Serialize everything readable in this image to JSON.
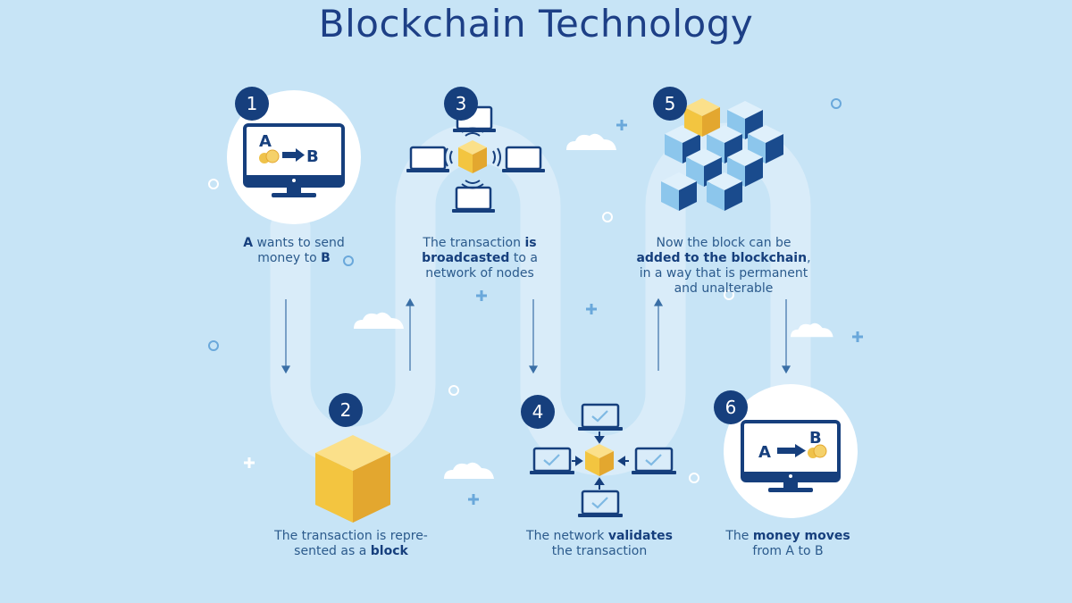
{
  "title": "Blockchain Technology",
  "steps": [
    {
      "number": "1",
      "caption": [
        {
          "b": "A"
        },
        {
          "t": " wants to send"
        },
        {
          "br": true
        },
        {
          "t": "money to "
        },
        {
          "b": "B"
        }
      ]
    },
    {
      "number": "2",
      "caption": [
        {
          "t": "The transaction is repre-"
        },
        {
          "br": true
        },
        {
          "t": "sented as a "
        },
        {
          "b": "block"
        }
      ]
    },
    {
      "number": "3",
      "caption": [
        {
          "t": "The transaction "
        },
        {
          "b": "is"
        },
        {
          "br": true
        },
        {
          "b": "broadcasted"
        },
        {
          "t": " to a"
        },
        {
          "br": true
        },
        {
          "t": "network of nodes"
        }
      ]
    },
    {
      "number": "4",
      "caption": [
        {
          "t": "The network "
        },
        {
          "b": "validates"
        },
        {
          "br": true
        },
        {
          "t": "the transaction"
        }
      ]
    },
    {
      "number": "5",
      "caption": [
        {
          "t": "Now the block can be"
        },
        {
          "br": true
        },
        {
          "b": "added to the blockchain"
        },
        {
          "t": ","
        },
        {
          "br": true
        },
        {
          "t": "in a way that is permanent"
        },
        {
          "br": true
        },
        {
          "t": "and unalterable"
        }
      ]
    },
    {
      "number": "6",
      "caption": [
        {
          "t": "The "
        },
        {
          "b": "money moves"
        },
        {
          "br": true
        },
        {
          "t": "from A to B"
        }
      ]
    }
  ],
  "screen_a": {
    "from": "A",
    "to": "B"
  },
  "screen_b": {
    "from": "A",
    "to": "B"
  },
  "colors": {
    "background": "#c7e4f6",
    "navy": "#163f7d",
    "gold": "#efc24a",
    "light_blue": "#a9d4f1",
    "track": "#dcedf9"
  }
}
